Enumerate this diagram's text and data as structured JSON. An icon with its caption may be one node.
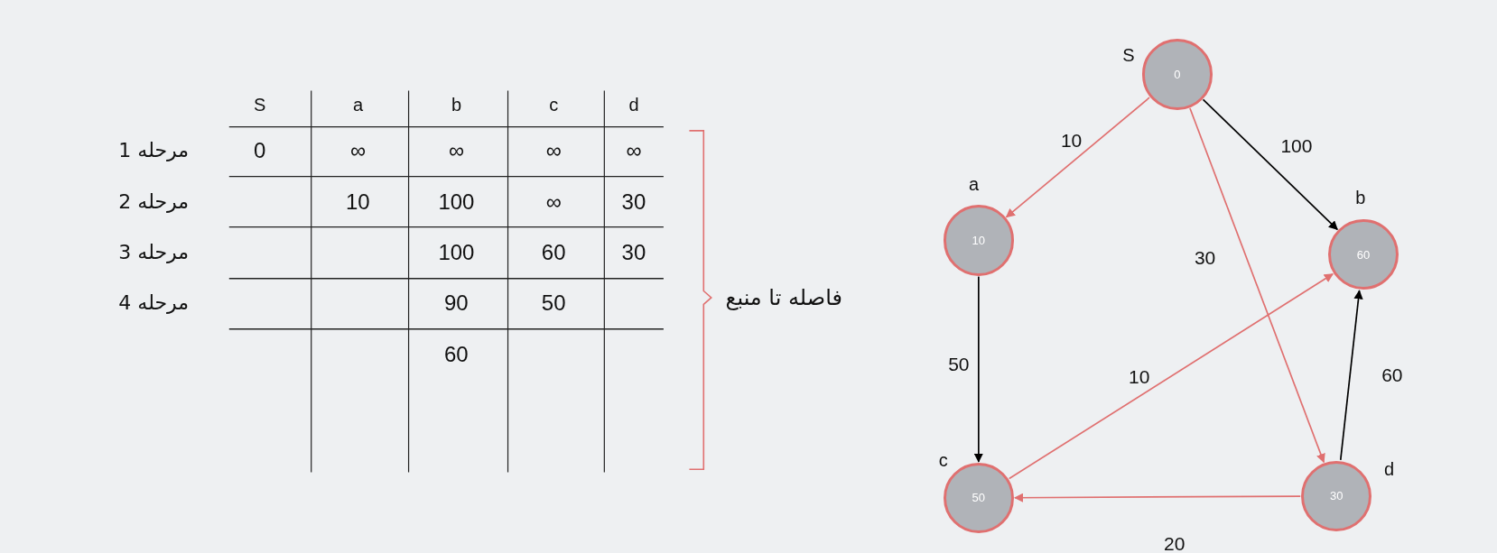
{
  "diagram": {
    "nodes": [
      {
        "text": [
          "0"
        ],
        "beside": [
          "S"
        ]
      },
      {
        "text": [
          "10"
        ],
        "beside": [
          "a"
        ]
      },
      {
        "text": [
          "60"
        ],
        "beside": [
          "b"
        ]
      },
      {
        "text": [
          "50"
        ],
        "beside": [
          "c"
        ]
      },
      {
        "text": [
          "30"
        ],
        "beside": [
          "d"
        ]
      }
    ],
    "edges": [
      {
        "from": 0,
        "to": 1,
        "arrow": "to",
        "label": "10"
      },
      {
        "from": 0,
        "to": 2,
        "arrow": "to",
        "label": "100",
        "color": "#000000"
      },
      {
        "from": 0,
        "to": 4,
        "arrow": "to",
        "label": "30"
      },
      {
        "from": 1,
        "to": 3,
        "arrow": "to",
        "label": "50",
        "color": "#000000"
      },
      {
        "from": 3,
        "to": 2,
        "arrow": "to",
        "label": "10"
      },
      {
        "from": 4,
        "to": 2,
        "arrow": "to",
        "label": "60",
        "color": "#000000"
      },
      {
        "from": 4,
        "to": 3,
        "arrow": "to",
        "label": "20"
      }
    ],
    "labels": [
      "S",
      "a",
      "b",
      "c",
      "d",
      "مرحله 1",
      "0",
      "∞",
      "∞",
      "∞",
      "∞",
      "مرحله 2",
      "10",
      "100",
      "∞",
      "30",
      "مرحله 3",
      "100",
      "60",
      "30",
      "مرحله 4",
      "90",
      "50",
      "60",
      "فاصله تا منبع"
    ]
  }
}
